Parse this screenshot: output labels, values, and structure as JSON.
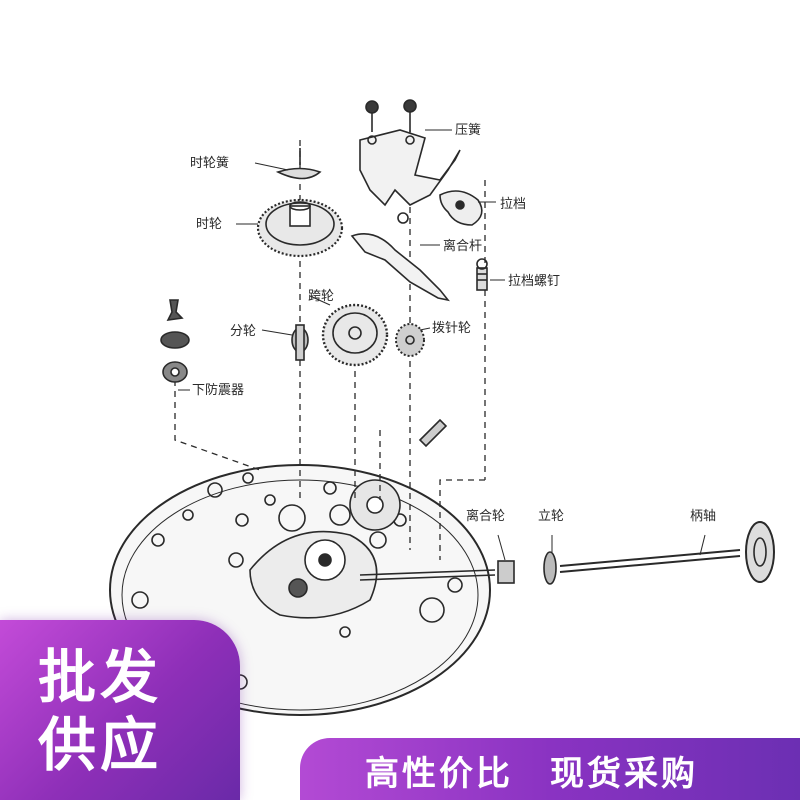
{
  "labels": {
    "spring": "压簧",
    "hour_wheel_spring": "时轮簧",
    "hour_wheel": "时轮",
    "pull_lever": "拉档",
    "clutch_lever": "离合杆",
    "pull_lever_screw": "拉档螺钉",
    "cross_wheel": "跨轮",
    "minute_wheel": "分轮",
    "setting_wheel": "拨针轮",
    "lower_shock": "下防震器",
    "clutch_wheel": "离合轮",
    "crown_wheel": "立轮",
    "stem": "柄轴"
  },
  "promo": {
    "badge_line1": "批发",
    "badge_line2": "供应",
    "slogan": "高性价比　现货采购"
  },
  "colors": {
    "line": "#2a2a2a",
    "badge": "#a23ec9",
    "text_light": "#ffffff"
  }
}
